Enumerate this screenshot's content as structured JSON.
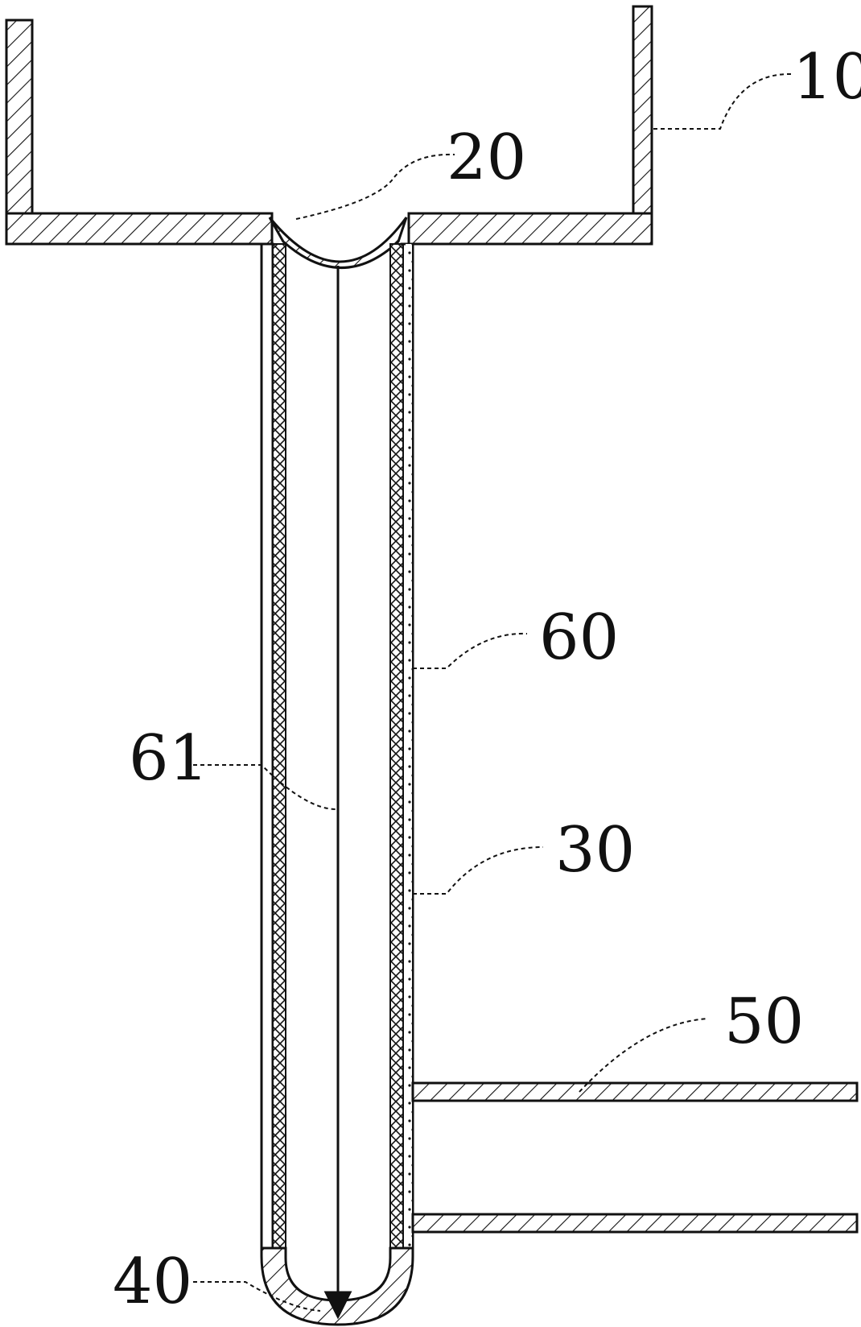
{
  "labels": {
    "l10": "10",
    "l20": "20",
    "l30": "30",
    "l40": "40",
    "l50": "50",
    "l60": "60",
    "l61": "61"
  },
  "colors": {
    "ink": "#111111",
    "background": "#ffffff"
  }
}
